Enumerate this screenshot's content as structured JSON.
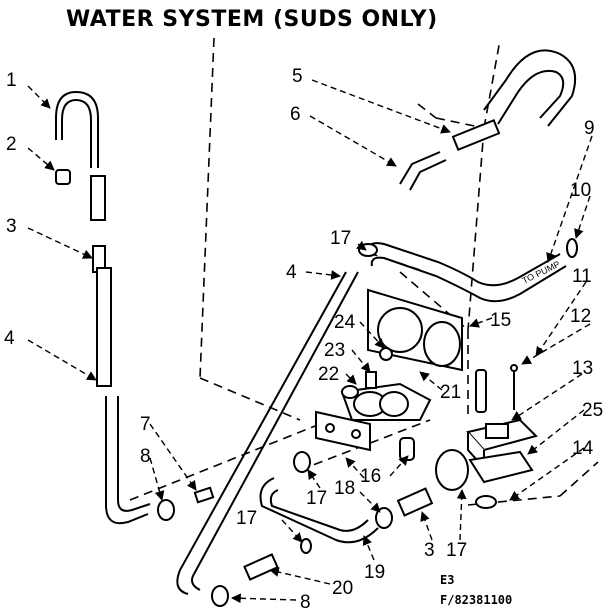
{
  "diagram": {
    "title": "WATER SYSTEM (SUDS ONLY)",
    "to_pump_label": "TO PUMP",
    "code_e3": "E3",
    "code_part": "F/82381100",
    "callouts": [
      {
        "id": "callout-1",
        "text": "1"
      },
      {
        "id": "callout-2",
        "text": "2"
      },
      {
        "id": "callout-3a",
        "text": "3"
      },
      {
        "id": "callout-4a",
        "text": "4"
      },
      {
        "id": "callout-5",
        "text": "5"
      },
      {
        "id": "callout-6",
        "text": "6"
      },
      {
        "id": "callout-7",
        "text": "7"
      },
      {
        "id": "callout-8a",
        "text": "8"
      },
      {
        "id": "callout-9",
        "text": "9"
      },
      {
        "id": "callout-10",
        "text": "10"
      },
      {
        "id": "callout-11",
        "text": "11"
      },
      {
        "id": "callout-12",
        "text": "12"
      },
      {
        "id": "callout-13",
        "text": "13"
      },
      {
        "id": "callout-14",
        "text": "14"
      },
      {
        "id": "callout-15",
        "text": "15"
      },
      {
        "id": "callout-16",
        "text": "16"
      },
      {
        "id": "callout-17a",
        "text": "17"
      },
      {
        "id": "callout-17b",
        "text": "17"
      },
      {
        "id": "callout-17c",
        "text": "17"
      },
      {
        "id": "callout-17d",
        "text": "17"
      },
      {
        "id": "callout-18",
        "text": "18"
      },
      {
        "id": "callout-19",
        "text": "19"
      },
      {
        "id": "callout-20",
        "text": "20"
      },
      {
        "id": "callout-21",
        "text": "21"
      },
      {
        "id": "callout-22",
        "text": "22"
      },
      {
        "id": "callout-23",
        "text": "23"
      },
      {
        "id": "callout-24",
        "text": "24"
      },
      {
        "id": "callout-25",
        "text": "25"
      },
      {
        "id": "callout-3b",
        "text": "3"
      },
      {
        "id": "callout-4b",
        "text": "4"
      },
      {
        "id": "callout-8b",
        "text": "8"
      }
    ]
  }
}
